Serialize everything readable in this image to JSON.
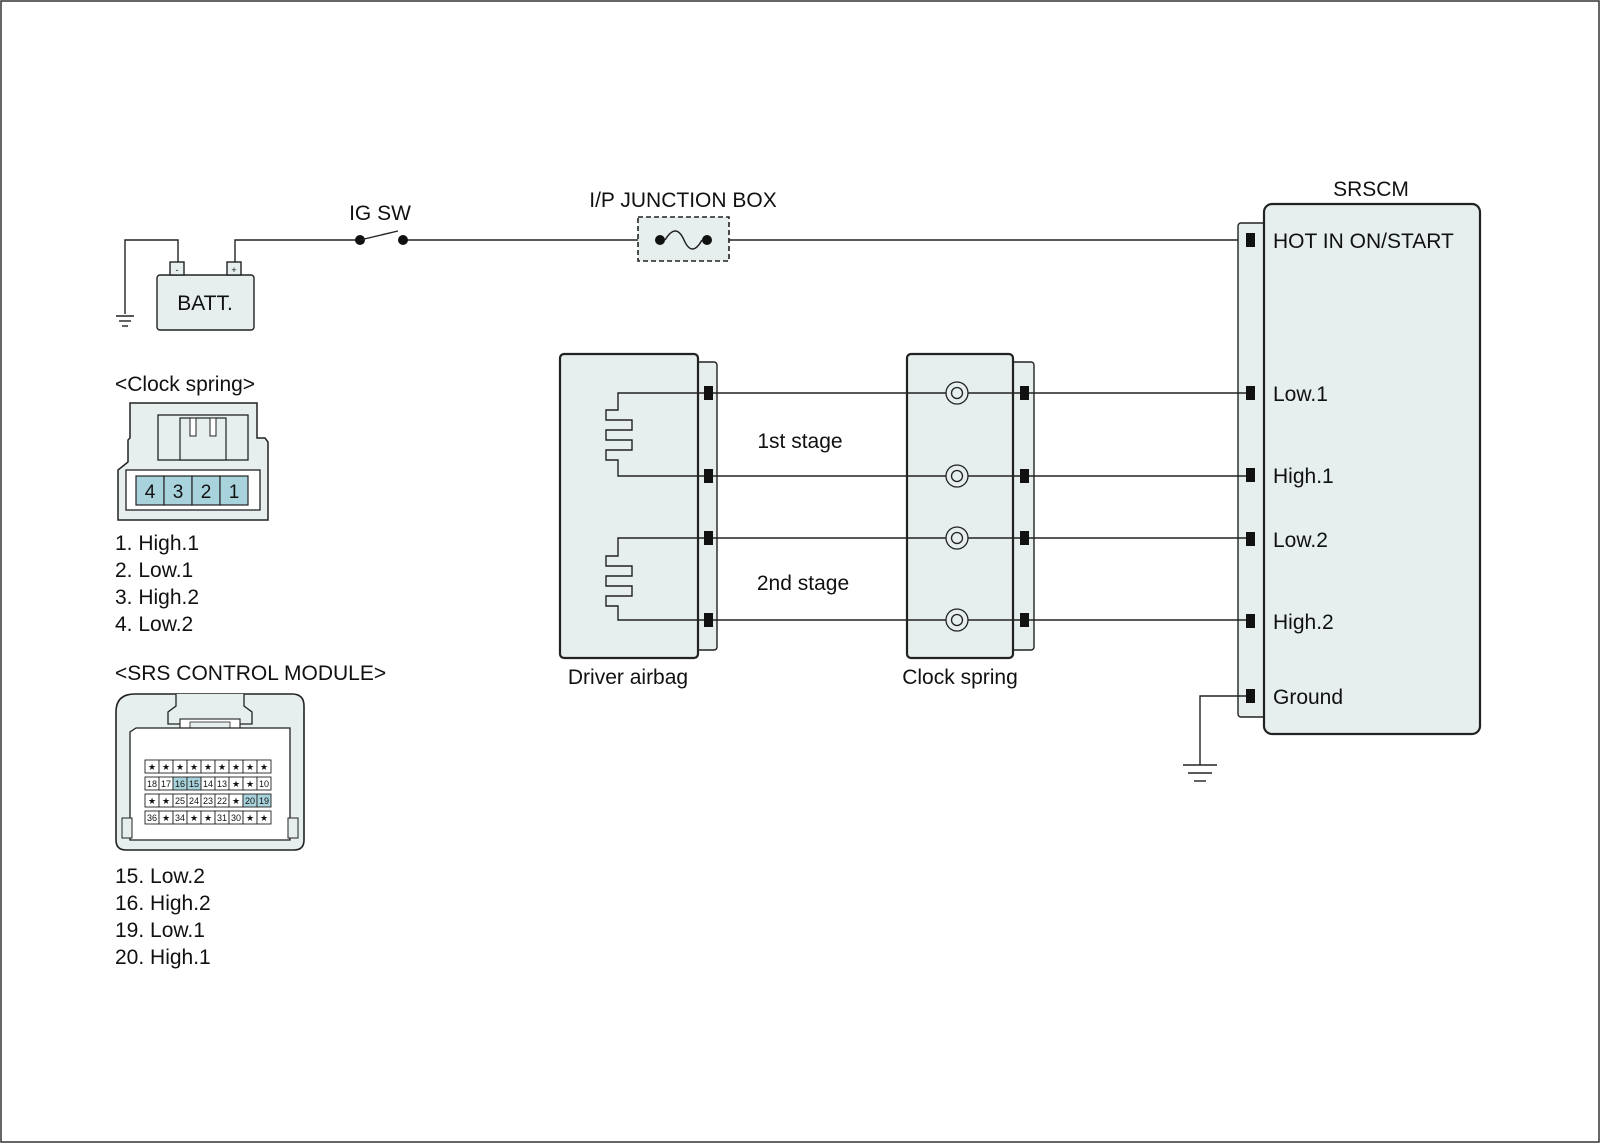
{
  "components": {
    "ig_sw": "IG SW",
    "junction_box": "I/P JUNCTION BOX",
    "battery": "BATT.",
    "battery_neg": "-",
    "battery_pos": "+",
    "srscm": "SRSCM",
    "driver_airbag": "Driver airbag",
    "clock_spring": "Clock spring"
  },
  "stages": {
    "first": "1st stage",
    "second": "2nd stage"
  },
  "srscm_pins": [
    "HOT IN ON/START",
    "Low.1",
    "High.1",
    "Low.2",
    "High.2",
    "Ground"
  ],
  "clock_spring_connector": {
    "title": "<Clock spring>",
    "cells": [
      "4",
      "3",
      "2",
      "1"
    ],
    "pin_list": [
      "1. High.1",
      "2. Low.1",
      "3. High.2",
      "4. Low.2"
    ]
  },
  "srs_module_connector": {
    "title": "<SRS CONTROL MODULE>",
    "rows": [
      [
        "★",
        "★",
        "★",
        "★",
        "★",
        "★",
        "★",
        "★",
        "★"
      ],
      [
        "18",
        "17",
        "16",
        "15",
        "14",
        "13",
        "★",
        "★",
        "10"
      ],
      [
        "★",
        "★",
        "25",
        "24",
        "23",
        "22",
        "★",
        "20",
        "19"
      ],
      [
        "36",
        "★",
        "34",
        "★",
        "★",
        "31",
        "30",
        "★",
        "★"
      ]
    ],
    "highlighted": [
      "16",
      "15",
      "20",
      "19"
    ],
    "pin_list": [
      "15. Low.2",
      "16. High.2",
      "19. Low.1",
      "20. High.1"
    ]
  },
  "colors": {
    "fill": "#e6eeee",
    "highlight": "#a9d3dc",
    "line": "#222222"
  }
}
